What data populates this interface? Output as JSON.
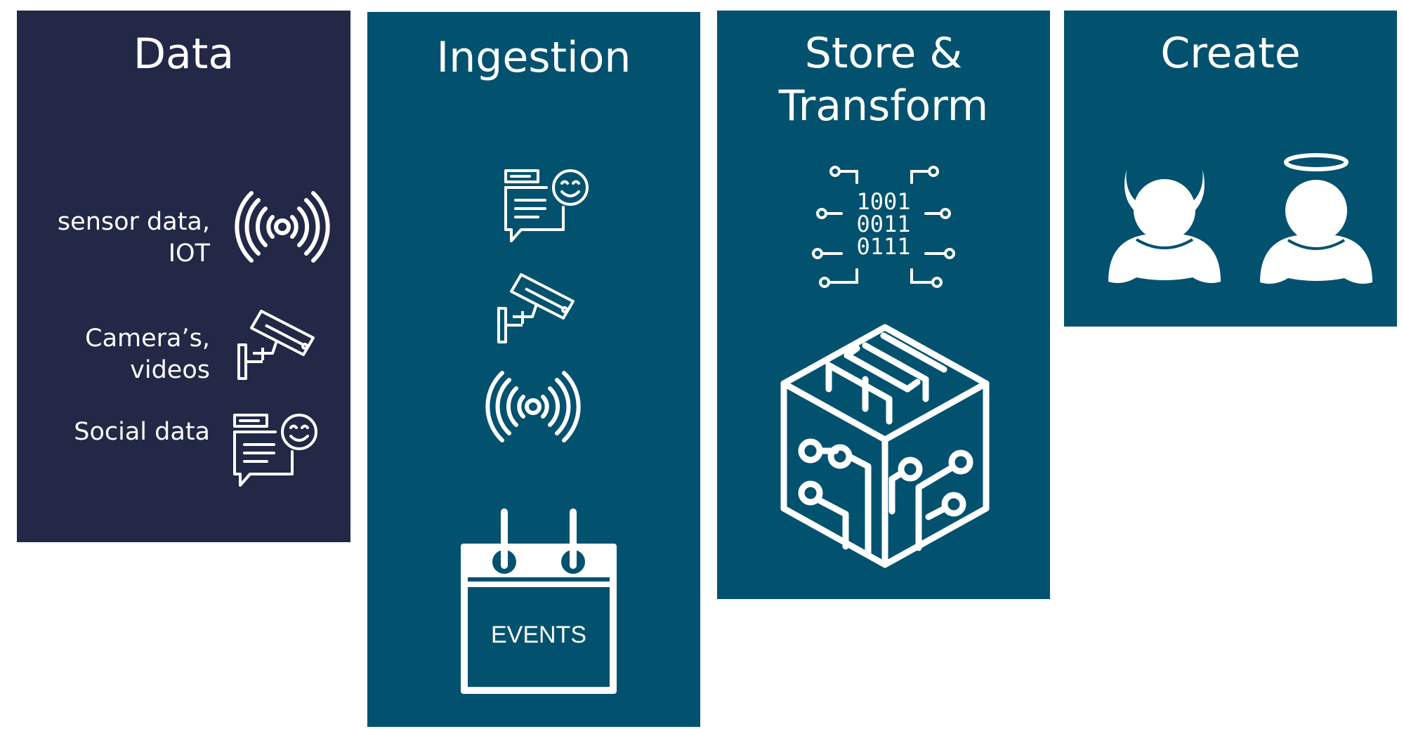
{
  "colors": {
    "data_panel": "#232847",
    "teal_panel": "#02526f",
    "icon": "#ffffff"
  },
  "data": {
    "title": "Data",
    "sources": [
      {
        "line1": "sensor data,",
        "line2": "IOT",
        "icon": "wireless-signal-icon"
      },
      {
        "line1": "Camera’s,",
        "line2": "videos",
        "icon": "security-camera-icon"
      },
      {
        "line1": "Social data",
        "line2": "",
        "icon": "social-chat-icon"
      }
    ]
  },
  "ingestion": {
    "title": "Ingestion",
    "icons": [
      "social-chat-icon",
      "security-camera-icon",
      "wireless-signal-icon",
      "calendar-icon"
    ],
    "events_label": "EVENTS"
  },
  "store_transform": {
    "title_line1": "Store &",
    "title_line2": "Transform",
    "icons": [
      "binary-circuit-icon",
      "circuit-cube-icon"
    ],
    "binary_rows": [
      "1001",
      "0011",
      "0111"
    ]
  },
  "create": {
    "title": "Create",
    "icons": [
      "devil-user-icon",
      "angel-user-icon"
    ]
  }
}
